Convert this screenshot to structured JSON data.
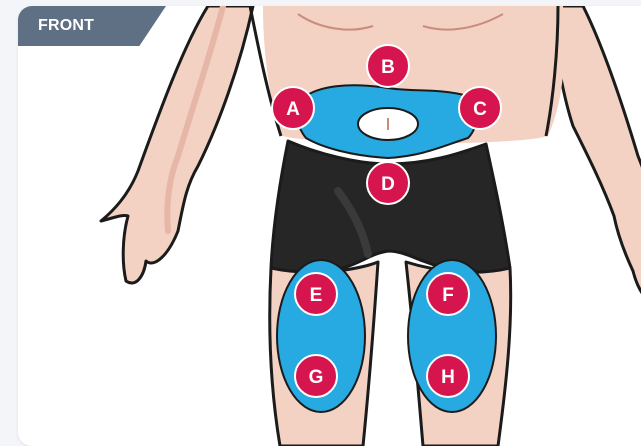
{
  "view_tab": {
    "label": "FRONT"
  },
  "colors": {
    "skin": "#f3d2c4",
    "skin_shade": "#e6b7a6",
    "outline": "#1b1b1b",
    "shorts": "#262626",
    "injection_zone": "#27a9e1",
    "marker": "#d6154f",
    "tab": "#5f7084"
  },
  "sites": [
    {
      "label": "A",
      "area": "abdomen-left"
    },
    {
      "label": "B",
      "area": "abdomen-top"
    },
    {
      "label": "C",
      "area": "abdomen-right"
    },
    {
      "label": "D",
      "area": "abdomen-bottom"
    },
    {
      "label": "E",
      "area": "thigh-right-upper"
    },
    {
      "label": "F",
      "area": "thigh-left-upper"
    },
    {
      "label": "G",
      "area": "thigh-right-lower"
    },
    {
      "label": "H",
      "area": "thigh-left-lower"
    }
  ]
}
